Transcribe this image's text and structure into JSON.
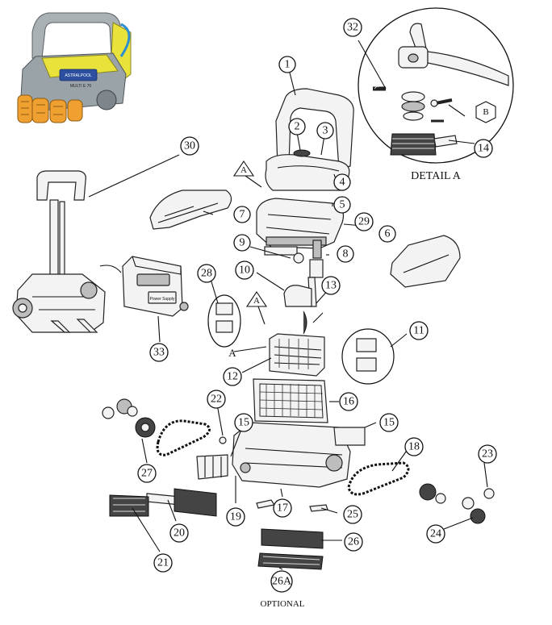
{
  "diagram": {
    "callouts": [
      {
        "id": "c1",
        "label": "1"
      },
      {
        "id": "c2",
        "label": "2"
      },
      {
        "id": "c3",
        "label": "3"
      },
      {
        "id": "c4",
        "label": "4"
      },
      {
        "id": "c5",
        "label": "5"
      },
      {
        "id": "c6",
        "label": "6"
      },
      {
        "id": "c7",
        "label": "7"
      },
      {
        "id": "c8",
        "label": "8"
      },
      {
        "id": "c9",
        "label": "9"
      },
      {
        "id": "c10",
        "label": "10"
      },
      {
        "id": "c11",
        "label": "11"
      },
      {
        "id": "c12",
        "label": "12"
      },
      {
        "id": "c13",
        "label": "13"
      },
      {
        "id": "c14",
        "label": "14"
      },
      {
        "id": "c15a",
        "label": "15"
      },
      {
        "id": "c15b",
        "label": "15"
      },
      {
        "id": "c16",
        "label": "16"
      },
      {
        "id": "c17",
        "label": "17"
      },
      {
        "id": "c18",
        "label": "18"
      },
      {
        "id": "c19",
        "label": "19"
      },
      {
        "id": "c20",
        "label": "20"
      },
      {
        "id": "c21",
        "label": "21"
      },
      {
        "id": "c22",
        "label": "22"
      },
      {
        "id": "c23",
        "label": "23"
      },
      {
        "id": "c24",
        "label": "24"
      },
      {
        "id": "c25",
        "label": "25"
      },
      {
        "id": "c26",
        "label": "26"
      },
      {
        "id": "c26a",
        "label": "26A"
      },
      {
        "id": "c27",
        "label": "27"
      },
      {
        "id": "c28",
        "label": "28"
      },
      {
        "id": "c29",
        "label": "29"
      },
      {
        "id": "c30",
        "label": "30"
      },
      {
        "id": "c32",
        "label": "32"
      },
      {
        "id": "c33",
        "label": "33"
      },
      {
        "id": "refA1",
        "label": "A"
      },
      {
        "id": "refA2",
        "label": "A"
      },
      {
        "id": "refB",
        "label": "B"
      }
    ],
    "detail_caption": "DETAIL A",
    "optional_caption": "OPTIONAL",
    "detail_ref_text": "A",
    "brand": {
      "logo_text": "ASTRALPOOL",
      "model_text": "MULTI E 70"
    },
    "power_supply_text": "Power Supply",
    "colors": {
      "robot_body": "#9aa3a8",
      "robot_accent": "#e8e23a",
      "robot_brush": "#f0a030",
      "robot_hose": "#2d8fd0",
      "logo_badge": "#2c4fa0"
    }
  }
}
